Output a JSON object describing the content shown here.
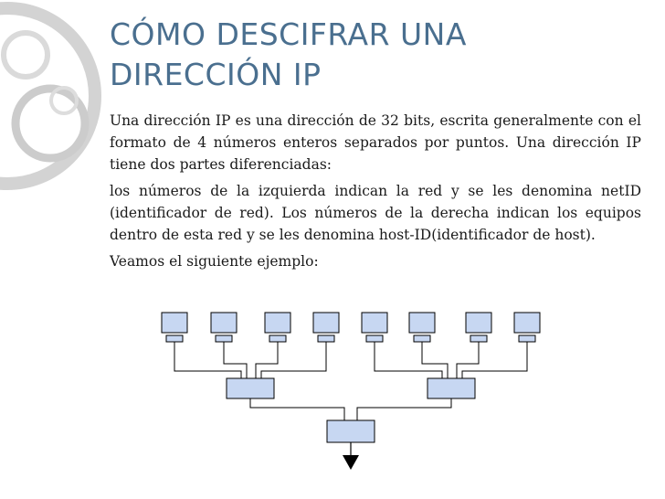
{
  "slide": {
    "title": "CÓMO DESCIFRAR UNA DIRECCIÓN IP",
    "paragraphs": [
      "Una dirección IP es una dirección de 32 bits, escrita generalmente con el formato de 4 números enteros separados por puntos. Una dirección IP tiene dos partes diferenciadas:",
      "los números de la izquierda indican la red y se les denomina netID (identificador de red). Los números de la derecha indican los equipos dentro de esta red y se les denomina host-ID(identificador de host).",
      "Veamos el siguiente ejemplo:"
    ]
  },
  "diagram": {
    "hosts": 8,
    "switches": 2,
    "root": 1,
    "fill_color": "#c7d7f2",
    "line_color": "#000000"
  },
  "theme": {
    "title_color": "#4a6f8f",
    "ring_color": "#c9c9c9"
  }
}
